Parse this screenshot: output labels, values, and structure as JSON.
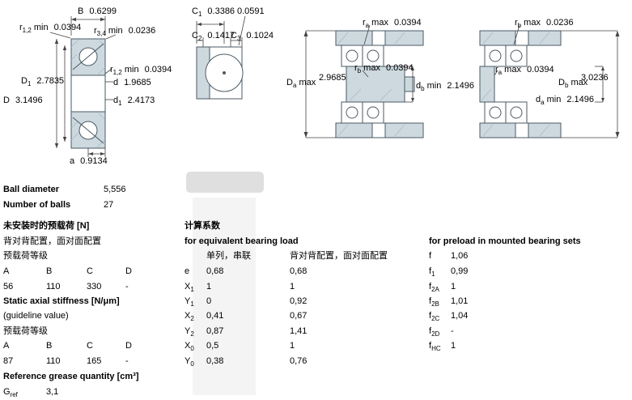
{
  "figures": {
    "fig1": {
      "dims": {
        "B": {
          "sym": "B",
          "sub": "",
          "suf": "",
          "val": "0.6299"
        },
        "r12t": {
          "sym": "r",
          "sub": "1,2",
          "suf": " min",
          "val": "0.0394"
        },
        "r34": {
          "sym": "r",
          "sub": "3,4",
          "suf": " min",
          "val": "0.0236"
        },
        "r12r": {
          "sym": "r",
          "sub": "1,2",
          "suf": " min",
          "val": "0.0394"
        },
        "D1": {
          "sym": "D",
          "sub": "1",
          "suf": "",
          "val": "2.7835"
        },
        "d": {
          "sym": "d",
          "sub": "",
          "suf": "",
          "val": "1.9685"
        },
        "D": {
          "sym": "D",
          "sub": "",
          "suf": "",
          "val": "3.1496"
        },
        "d1": {
          "sym": "d",
          "sub": "1",
          "suf": "",
          "val": "2.4173"
        },
        "a": {
          "sym": "a",
          "sub": "",
          "suf": "",
          "val": "0.9134"
        }
      }
    },
    "fig2": {
      "dims": {
        "C1": {
          "sym": "C",
          "sub": "1",
          "suf": "",
          "val": "0.3386"
        },
        "x1": {
          "sym": "",
          "sub": "",
          "suf": "",
          "val": "0.0591"
        },
        "C2": {
          "sym": "C",
          "sub": "2",
          "suf": "",
          "val": "0.1417"
        },
        "C3": {
          "sym": "C",
          "sub": "3",
          "suf": "",
          "val": "0.1024"
        }
      }
    },
    "fig3": {
      "dims": {
        "ra": {
          "sym": "r",
          "sub": "a",
          "suf": " max",
          "val": "0.0394"
        },
        "Da": {
          "sym": "D",
          "sub": "a",
          "suf": " max",
          "val": "2.9685"
        },
        "rb": {
          "sym": "r",
          "sub": "b",
          "suf": " max",
          "val": "0.0394"
        },
        "db": {
          "sym": "d",
          "sub": "b",
          "suf": " min",
          "val": "2.1496"
        }
      }
    },
    "fig4": {
      "dims": {
        "rb": {
          "sym": "r",
          "sub": "b",
          "suf": " max",
          "val": "0.0236"
        },
        "ra": {
          "sym": "r",
          "sub": "a",
          "suf": " max",
          "val": "0.0394"
        },
        "Db": {
          "sym": "D",
          "sub": "b",
          "suf": " max",
          "val": "3.0236"
        },
        "da": {
          "sym": "d",
          "sub": "a",
          "suf": " min",
          "val": "2.1496"
        }
      }
    }
  },
  "specs": {
    "ball_diameter_label": "Ball diameter",
    "ball_diameter_value": "5,556",
    "number_of_balls_label": "Number of balls",
    "number_of_balls_value": "27"
  },
  "preload_unmounted": {
    "title": "未安装时的预载荷 [N]",
    "subtitle": "背对背配置，面对面配置",
    "class_label": "预载荷等级",
    "headers": [
      "A",
      "B",
      "C",
      "D"
    ],
    "values": [
      "56",
      "110",
      "330",
      "-"
    ]
  },
  "stiffness": {
    "title": "Static axial stiffness [N/μm]",
    "subtitle": "(guideline value)",
    "class_label": "预载荷等级",
    "headers": [
      "A",
      "B",
      "C",
      "D"
    ],
    "values": [
      "87",
      "110",
      "165",
      "-"
    ]
  },
  "grease": {
    "title": "Reference grease quantity [cm³]",
    "sym": "G",
    "sub": "ref",
    "value": "3,1"
  },
  "calc_factors": {
    "title": "计算系数",
    "equiv_title": "for equivalent bearing load",
    "col1_header": "单列，串联",
    "col2_header": "背对背配置，面对面配置",
    "rows": [
      {
        "sym": "e",
        "sub": "",
        "v1": "0,68",
        "v2": "0,68"
      },
      {
        "sym": "X",
        "sub": "1",
        "v1": "1",
        "v2": "1"
      },
      {
        "sym": "Y",
        "sub": "1",
        "v1": "0",
        "v2": "0,92"
      },
      {
        "sym": "X",
        "sub": "2",
        "v1": "0,41",
        "v2": "0,67"
      },
      {
        "sym": "Y",
        "sub": "2",
        "v1": "0,87",
        "v2": "1,41"
      },
      {
        "sym": "X",
        "sub": "0",
        "v1": "0,5",
        "v2": "1"
      },
      {
        "sym": "Y",
        "sub": "0",
        "v1": "0,38",
        "v2": "0,76"
      }
    ]
  },
  "preload_factors": {
    "title": "for preload in mounted bearing sets",
    "rows": [
      {
        "sym": "f",
        "sub": "",
        "value": "1,06"
      },
      {
        "sym": "f",
        "sub": "1",
        "value": "0,99"
      },
      {
        "sym": "f",
        "sub": "2A",
        "value": "1"
      },
      {
        "sym": "f",
        "sub": "2B",
        "value": "1,01"
      },
      {
        "sym": "f",
        "sub": "2C",
        "value": "1,04"
      },
      {
        "sym": "f",
        "sub": "2D",
        "value": "-"
      },
      {
        "sym": "f",
        "sub": "HC",
        "value": "1"
      }
    ]
  }
}
